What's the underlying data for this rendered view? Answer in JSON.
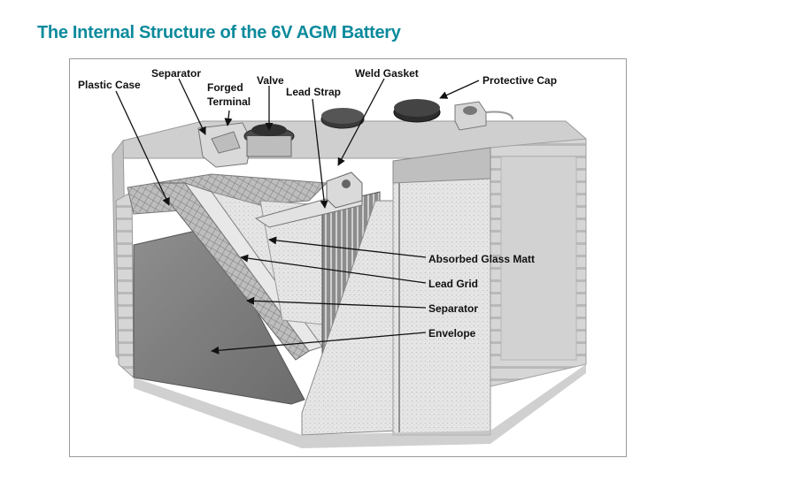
{
  "title": "The Internal Structure of the 6V AGM Battery",
  "labels": {
    "plastic_case": "Plastic Case",
    "separator_top": "Separator",
    "forged_terminal_1": "Forged",
    "forged_terminal_2": "Terminal",
    "valve": "Valve",
    "lead_strap": "Lead Strap",
    "weld_gasket": "Weld Gasket",
    "protective_cap": "Protective Cap",
    "absorbed_glass_matt": "Absorbed Glass Matt",
    "lead_grid": "Lead Grid",
    "separator_right": "Separator",
    "envelope": "Envelope"
  }
}
